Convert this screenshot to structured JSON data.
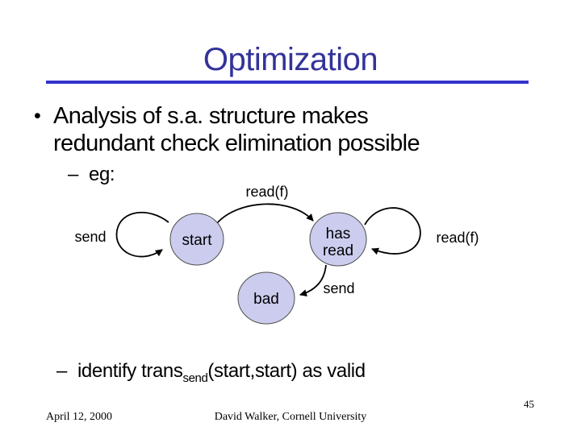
{
  "header": {
    "title": "Optimization",
    "title_color": "#333399",
    "underline_color": "#3333cc"
  },
  "content": {
    "bullet_marker": "•",
    "bullet_lines": [
      "Analysis of s.a. structure makes",
      "redundant check elimination possible"
    ],
    "sub_bullet_marker": "–",
    "eg_label": "eg:",
    "identify": {
      "prefix": "identify trans",
      "subscript": "send",
      "suffix": "(start,start) as valid"
    }
  },
  "diagram": {
    "colors": {
      "state_fill": "#ccccee",
      "state_stroke": "#4d4d4d",
      "arrow": "#000000"
    },
    "states": [
      {
        "id": "start",
        "lines": [
          "start"
        ]
      },
      {
        "id": "has_read",
        "lines": [
          "has",
          "read"
        ]
      },
      {
        "id": "bad",
        "lines": [
          "bad"
        ]
      }
    ],
    "transitions": [
      {
        "id": "send_self_loop_on_start",
        "label": "send"
      },
      {
        "id": "read_f_start_to_has_read",
        "label": "read(f)"
      },
      {
        "id": "read_f_self_loop_on_has_read",
        "label": "read(f)"
      },
      {
        "id": "send_has_read_to_bad",
        "label": "send"
      }
    ]
  },
  "footer": {
    "date": "April 12, 2000",
    "credit": "David Walker, Cornell University",
    "page_number": "45"
  }
}
